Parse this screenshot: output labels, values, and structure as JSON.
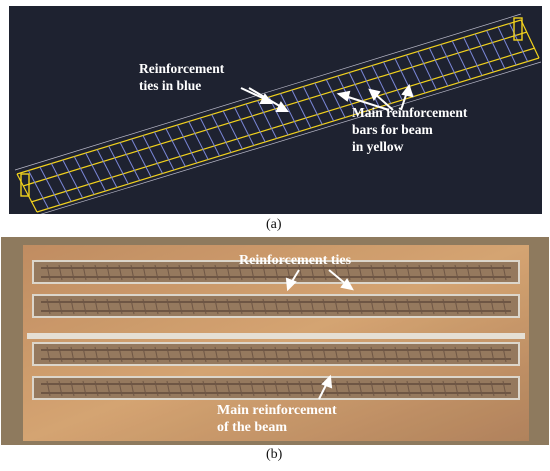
{
  "panel_a": {
    "caption": "(a)",
    "colors": {
      "background": "#1e2230",
      "ties": "#7a86d6",
      "bars": "#f2d21c",
      "label": "#ffffff"
    },
    "labels": {
      "ties_line1": "Reinforcement",
      "ties_line2": "ties in blue",
      "main_line1": "Main reinforcement",
      "main_line2": "bars for beam",
      "main_line3": "in yellow"
    }
  },
  "panel_b": {
    "caption": "(b)",
    "colors": {
      "wood": "#c58a4f",
      "bar": "#5a4030",
      "label": "#ffffff"
    },
    "labels": {
      "ties": "Reinforcement ties",
      "main_line1": "Main reinforcement",
      "main_line2": "of the beam"
    }
  }
}
